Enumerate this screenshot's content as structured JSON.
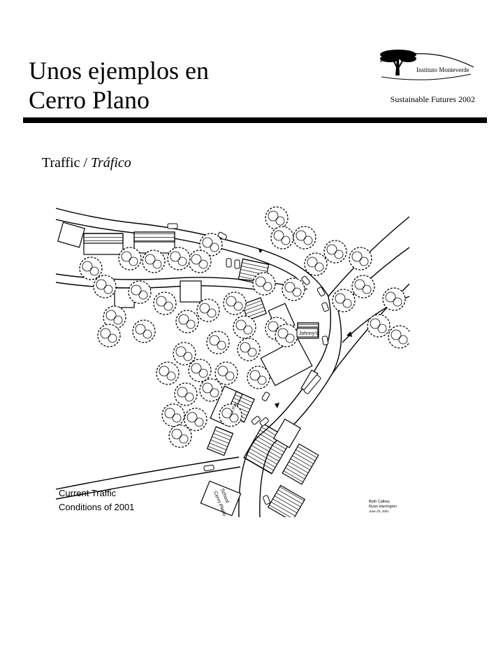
{
  "header": {
    "title_line1": "Unos ejemplos en",
    "title_line2": "Cerro Plano",
    "logo_text": "Instituto Monteverde",
    "tagline": "Sustainable Futures 2002"
  },
  "section": {
    "label": "Traffic / ",
    "label_italic": "Tráfico"
  },
  "map": {
    "caption_line1": "Current Traffic",
    "caption_line2": "Conditions of 2001",
    "credit_line1": "Beth Callow,",
    "credit_line2": "Ryan Harrington",
    "credit_line3": "June 29, 2001",
    "label_johnnys": "Johnny's",
    "label_school_line1": "Cerro Plano",
    "label_school_line2": "School",
    "label_store": "La Paz"
  }
}
